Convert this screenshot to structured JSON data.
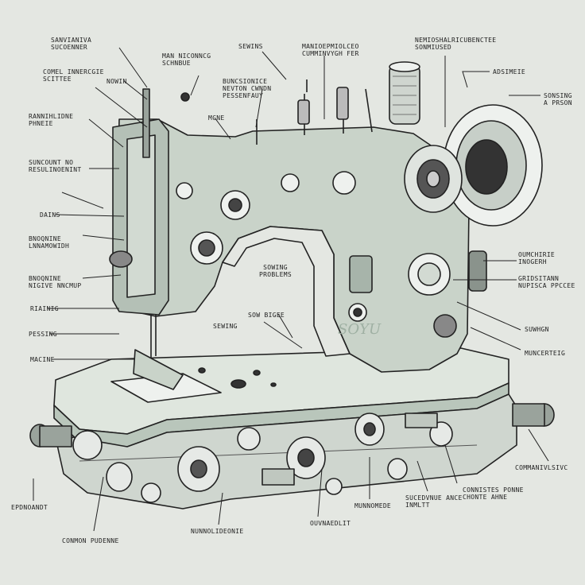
{
  "colors": {
    "background": "#e4e7e2",
    "body": "#c9d3c9",
    "shade": "#9fb0a3",
    "ink": "#222222",
    "metal": "#8a8f8c"
  },
  "labels": {
    "l01": "SANVIANIVA\nSUCOENNER",
    "l02": "COMEL INNERCGIE\nSCITTEE",
    "l03": "NOWIN",
    "l04": "MAN NICONNCG\nSCHNBUE",
    "l05": "SEWINS",
    "l06": "BUNCSIONICE\nNEVTON CWNDN\nPESSENFAUY",
    "l07": "MANIOEPMIOLCEO\nCUMMINVYGH FER",
    "l08": "NEMIOSHALRICUBENCTEE\nSONMIUSED",
    "l09": "ADSIMEIE",
    "l10": "SONSING\nA PRSON",
    "l11": "MCNE",
    "l12": "RANNIHLIDNE\nPHNEIE",
    "l13": "SUNCOUNT NO\nRESULINOENINT",
    "l14": "DAINS",
    "l15": "BNOQNINE\nLNNAMOWIDH",
    "l16": "BNOQNINE\nNIGIVE NNCMUP",
    "l17": "RIAINIG",
    "l18": "PESSING",
    "l19": "MACINE",
    "l20": "SOWING\nPROBLEMS",
    "l21": "SEWING",
    "l22": "SOW BIGEE",
    "l23": "OUMCHIRIE\nINOGERH",
    "l24": "GRIDSITANN\nNUPISCA PPCCEE",
    "l25": "SUWHGN",
    "l26": "MUNCERTEIG",
    "l27": "COMMANIVLSIVC",
    "l28": "CONNISTES PONNE\nCHONTE AHNE",
    "l29": "SUCEDVNUE ANCE\nINMLTT",
    "l30": "MUNNOMEDE",
    "l31": "OUVNAEDLIT",
    "l32": "NUNNOLIDEONIE",
    "l33": "EPDNOANDT",
    "l34": "CONMON PUDENNE",
    "bodytext": "SOYU"
  }
}
